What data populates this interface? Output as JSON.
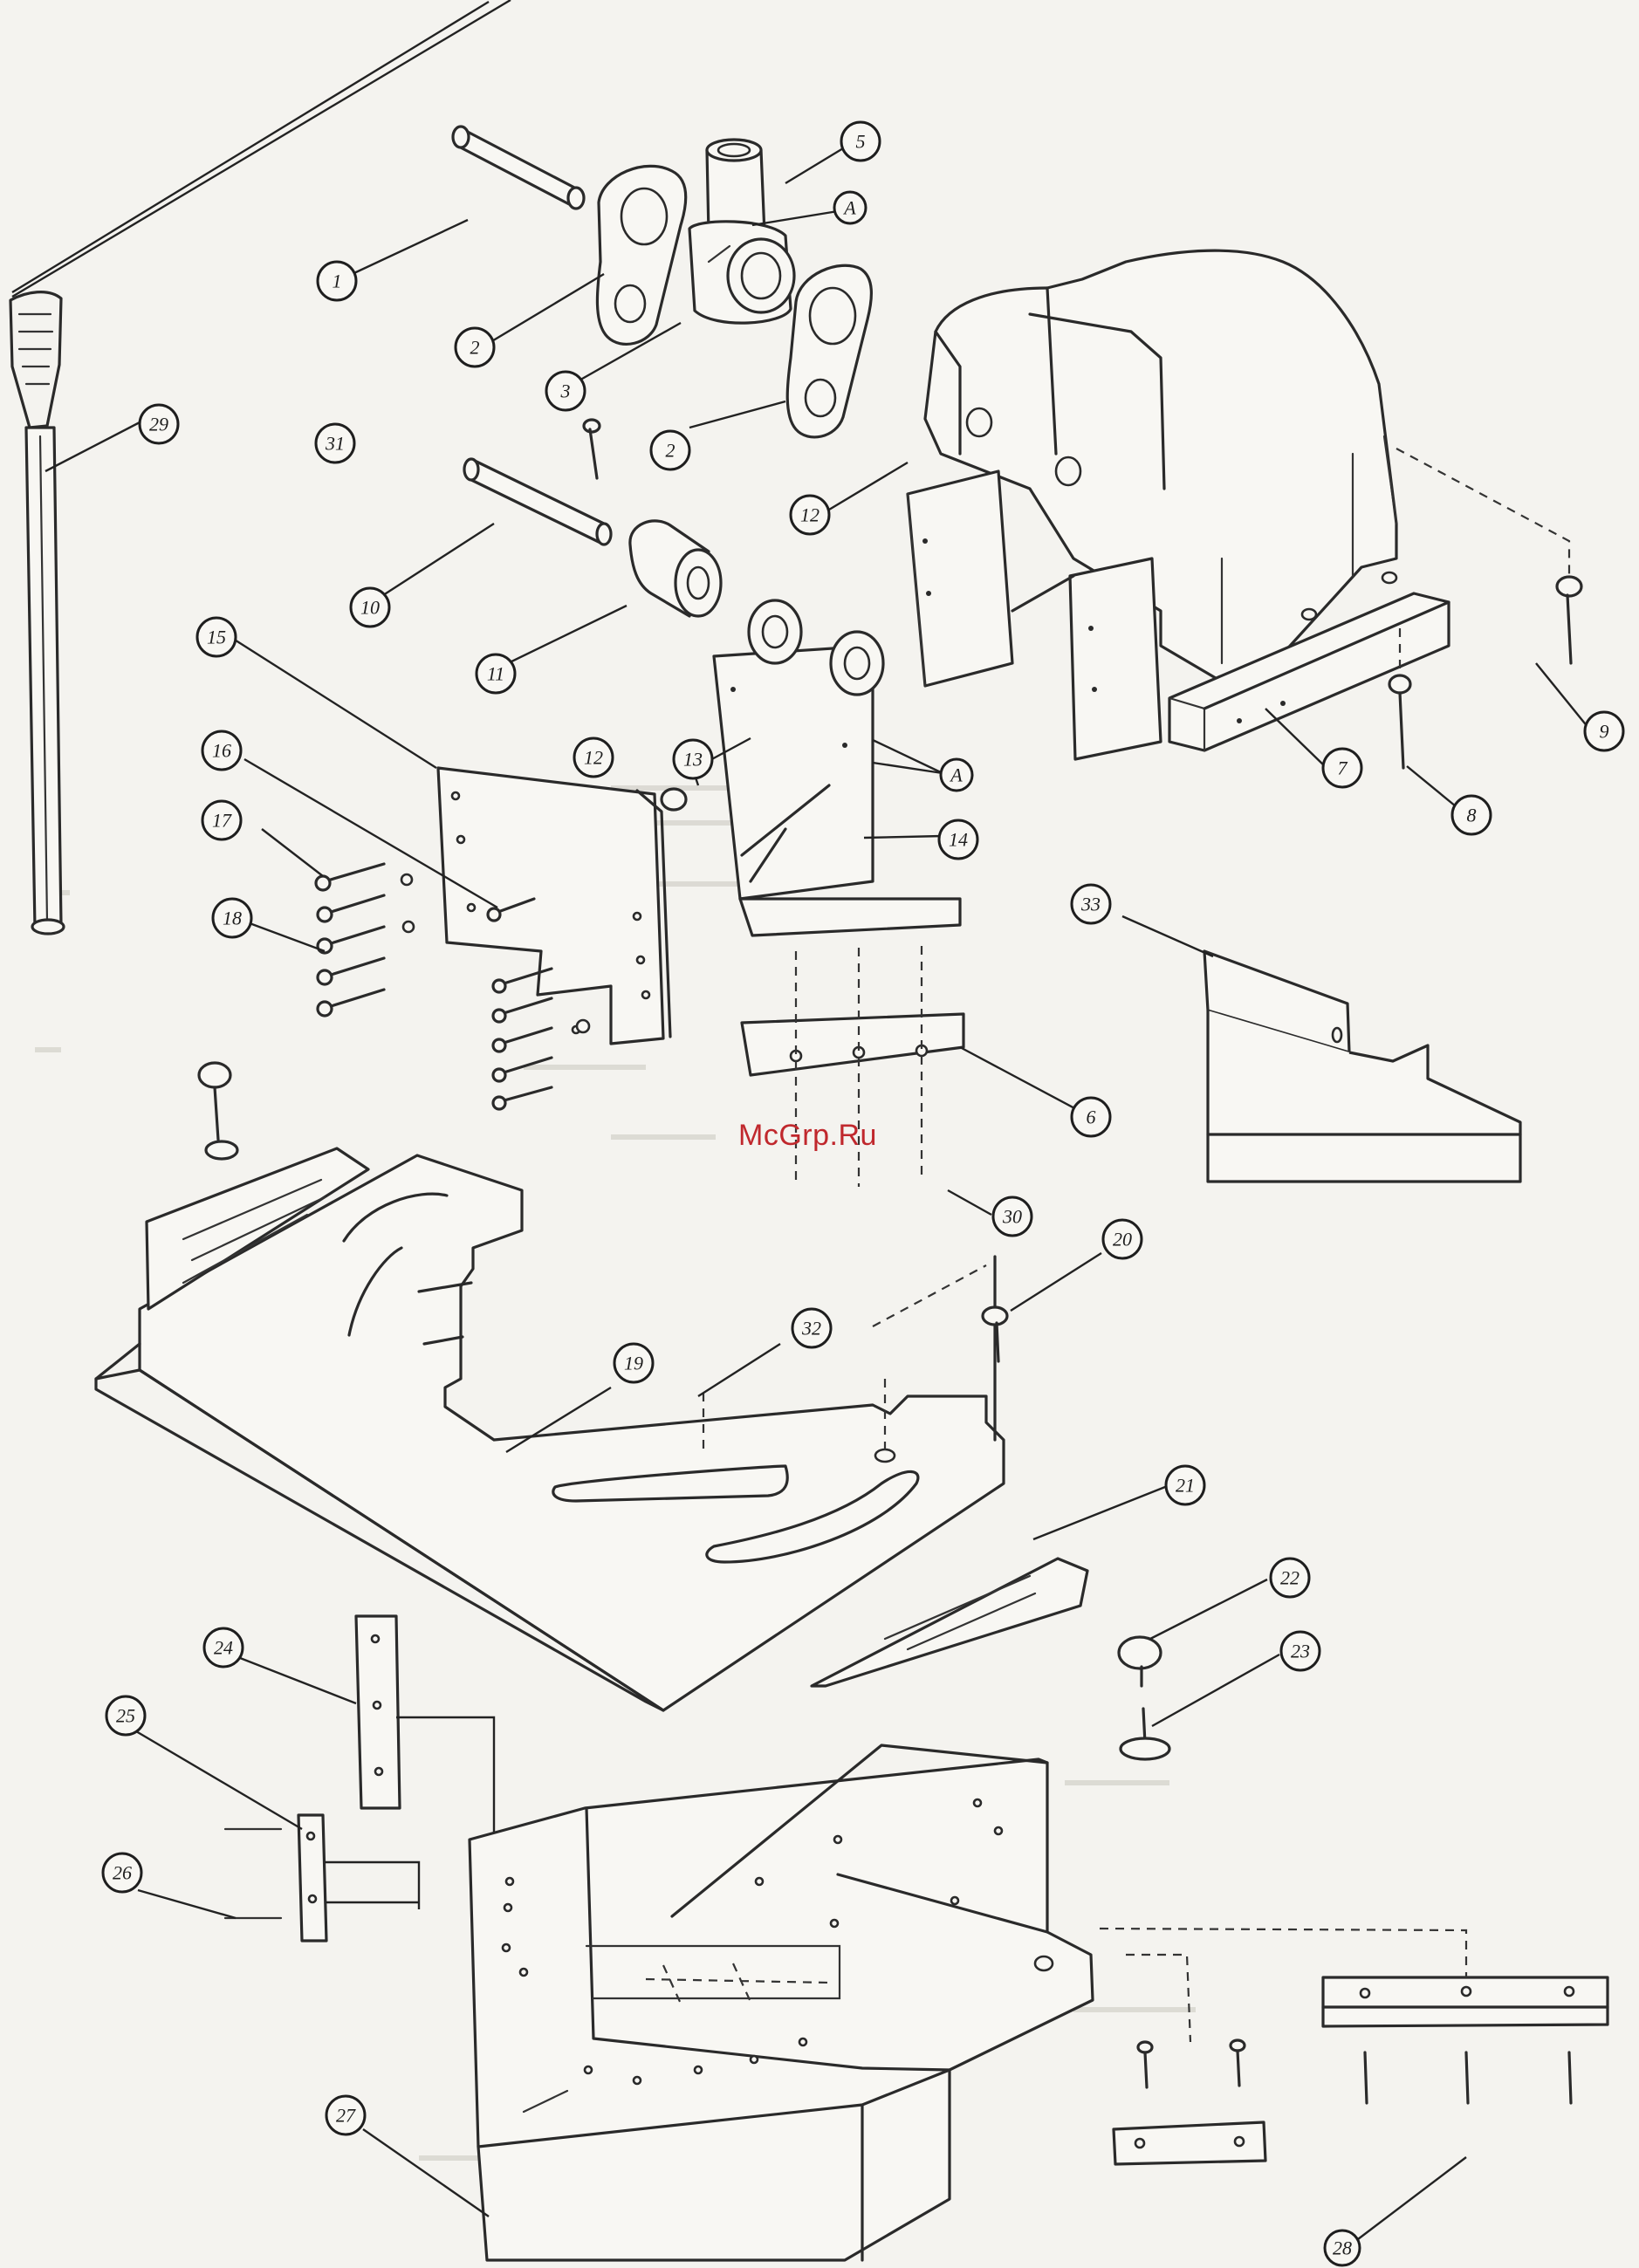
{
  "watermark": "McGrp.Ru",
  "callouts": [
    {
      "label": "1"
    },
    {
      "label": "2"
    },
    {
      "label": "2"
    },
    {
      "label": "3"
    },
    {
      "label": "5"
    },
    {
      "label": "A"
    },
    {
      "label": "A"
    },
    {
      "label": "6"
    },
    {
      "label": "7"
    },
    {
      "label": "8"
    },
    {
      "label": "9"
    },
    {
      "label": "10"
    },
    {
      "label": "11"
    },
    {
      "label": "12"
    },
    {
      "label": "12"
    },
    {
      "label": "13"
    },
    {
      "label": "14"
    },
    {
      "label": "15"
    },
    {
      "label": "16"
    },
    {
      "label": "17"
    },
    {
      "label": "18"
    },
    {
      "label": "19"
    },
    {
      "label": "20"
    },
    {
      "label": "21"
    },
    {
      "label": "22"
    },
    {
      "label": "23"
    },
    {
      "label": "24"
    },
    {
      "label": "25"
    },
    {
      "label": "26"
    },
    {
      "label": "27"
    },
    {
      "label": "28"
    },
    {
      "label": "29"
    },
    {
      "label": "30"
    },
    {
      "label": "31"
    },
    {
      "label": "32"
    },
    {
      "label": "33"
    }
  ]
}
